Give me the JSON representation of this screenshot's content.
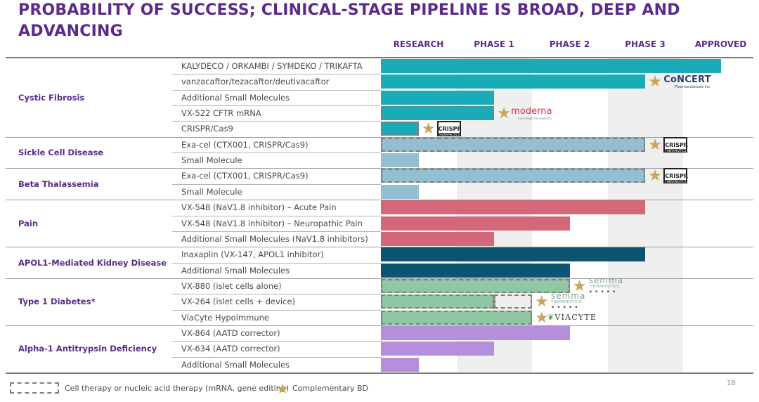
{
  "slide": {
    "title": "PROBABILITY OF SUCCESS; CLINICAL-STAGE PIPELINE IS BROAD, DEEP AND ADVANCING",
    "page_number": "18",
    "legend": {
      "cell_therapy": "Cell therapy or nucleic acid therapy (mRNA, gene editing)",
      "complementary": "Complementary BD"
    }
  },
  "chart_data": {
    "type": "bar",
    "stages": [
      "RESEARCH",
      "PHASE 1",
      "PHASE 2",
      "PHASE 3",
      "APPROVED"
    ],
    "value_unit": "stage (1 = Research … 5 = Approved)",
    "colors": {
      "Cystic Fibrosis": "#1aabb8",
      "Hemoglobinopathies": "#93bfd0",
      "Pain": "#d4677a",
      "APOL1-Mediated Kidney Disease": "#0c5470",
      "Type 1 Diabetes*": "#8fc7a4",
      "Alpha-1 Antitrypsin Deficiency": "#b68fdc"
    },
    "diseases": [
      {
        "name": "Cystic Fibrosis",
        "color_key": "Cystic Fibrosis",
        "programs": [
          {
            "name": "KALYDECO / ORKAMBI / SYMDEKO / TRIKAFTA",
            "value": 4.5,
            "dashed": false,
            "partner": ""
          },
          {
            "name": "vanzacaftor/tezacaftor/deutivacaftor",
            "value": 3.5,
            "dashed": false,
            "partner": "CoNCERT Pharmaceuticals Inc."
          },
          {
            "name": "Additional Small Molecules",
            "value": 1.5,
            "dashed": false,
            "partner": ""
          },
          {
            "name": "VX-522 CFTR mRNA",
            "value": 1.5,
            "dashed": true,
            "partner": "moderna"
          },
          {
            "name": "CRISPR/Cas9",
            "value": 0.5,
            "dashed": true,
            "partner": "CRISPR"
          }
        ]
      },
      {
        "name": "Sickle Cell Disease",
        "color_key": "Hemoglobinopathies",
        "programs": [
          {
            "name": "Exa-cel (CTX001, CRISPR/Cas9)",
            "value": 3.5,
            "dashed": true,
            "partner": "CRISPR"
          },
          {
            "name": "Small Molecule",
            "value": 0.5,
            "dashed": false,
            "partner": ""
          }
        ]
      },
      {
        "name": "Beta Thalassemia",
        "color_key": "Hemoglobinopathies",
        "programs": [
          {
            "name": "Exa-cel (CTX001, CRISPR/Cas9)",
            "value": 3.5,
            "dashed": true,
            "partner": "CRISPR"
          },
          {
            "name": "Small Molecule",
            "value": 0.5,
            "dashed": false,
            "partner": ""
          }
        ]
      },
      {
        "name": "Pain",
        "color_key": "Pain",
        "programs": [
          {
            "name": "VX-548 (NaV1.8 inhibitor) – Acute Pain",
            "value": 3.5,
            "dashed": false,
            "partner": ""
          },
          {
            "name": "VX-548 (NaV1.8 inhibitor) – Neuropathic Pain",
            "value": 2.5,
            "dashed": false,
            "partner": ""
          },
          {
            "name": "Additional Small Molecules (NaV1.8 inhibitors)",
            "value": 1.5,
            "dashed": false,
            "partner": ""
          }
        ]
      },
      {
        "name": "APOL1-Mediated Kidney Disease",
        "color_key": "APOL1-Mediated Kidney Disease",
        "programs": [
          {
            "name": "Inaxaplin (VX-147, APOL1 inhibitor)",
            "value": 3.5,
            "dashed": false,
            "partner": ""
          },
          {
            "name": "Additional Small Molecules",
            "value": 2.5,
            "dashed": false,
            "partner": ""
          }
        ]
      },
      {
        "name": "Type 1 Diabetes*",
        "color_key": "Type 1 Diabetes*",
        "programs": [
          {
            "name": "VX-880 (islet cells alone)",
            "value": 2.5,
            "dashed": true,
            "partner": "semma"
          },
          {
            "name": "VX-264 (islet cells + device)",
            "value": 1.5,
            "dashed": true,
            "partner": "semma",
            "extension": 2.0
          },
          {
            "name": "ViaCyte Hypoimmune",
            "value": 2.0,
            "dashed": true,
            "partner": "ViaCyte"
          }
        ]
      },
      {
        "name": "Alpha-1 Antitrypsin Deficiency",
        "color_key": "Alpha-1 Antitrypsin Deficiency",
        "programs": [
          {
            "name": "VX-864 (AATD corrector)",
            "value": 2.5,
            "dashed": false,
            "partner": ""
          },
          {
            "name": "VX-634 (AATD corrector)",
            "value": 1.5,
            "dashed": false,
            "partner": ""
          },
          {
            "name": "Additional Small Molecules",
            "value": 0.5,
            "dashed": false,
            "partner": ""
          }
        ]
      }
    ]
  },
  "partners": {
    "concert": {
      "name": "CoNCERT",
      "sub": "Pharmaceuticals Inc."
    },
    "moderna": {
      "name": "moderna",
      "sub": "messenger therapeutics"
    },
    "crispr": {
      "name": "CRISPR",
      "sub": "THERAPEUTICS"
    },
    "semma": {
      "name": "semma",
      "sub": "THERAPEUTICS"
    },
    "viacyte": {
      "name": "VIACYTE"
    }
  }
}
